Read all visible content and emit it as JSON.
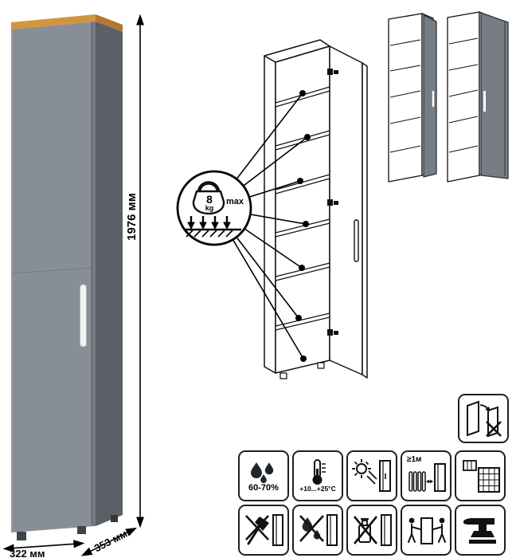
{
  "dimensions": {
    "height": "1976 мм",
    "width": "322 мм",
    "depth": "353 мм"
  },
  "shelf_limit": {
    "weight": "8",
    "unit": "kg",
    "max_label": "max"
  },
  "care_labels": {
    "humidity": "60-70%",
    "temperature": "+10...+25°C",
    "min_distance": "≥1м"
  },
  "colors": {
    "cabinet_front": "#878e95",
    "cabinet_side": "#5a6066",
    "wood_trim_front": "#d2953f",
    "wood_trim_side": "#b3772e",
    "door_gray": "#767d84",
    "drawing_line": "#111111"
  }
}
